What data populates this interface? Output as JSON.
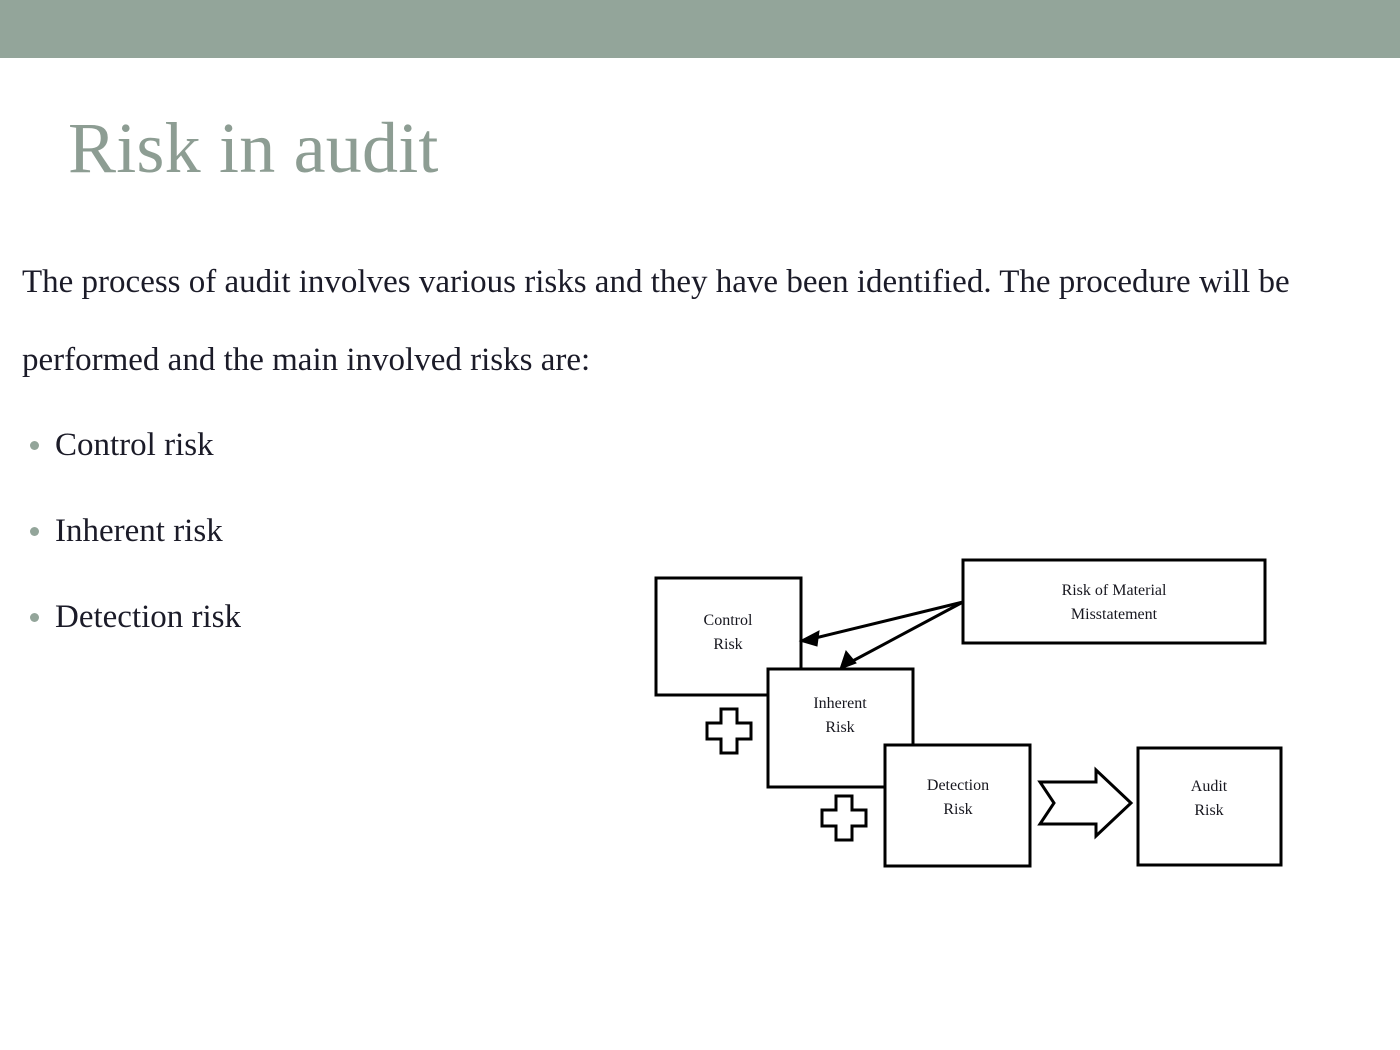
{
  "slide": {
    "title": "Risk in audit",
    "banner_color": "#93a59a",
    "title_color": "#8d9d93",
    "body_text_color": "#1b1b28",
    "background_color": "#ffffff"
  },
  "body": {
    "paragraph": "The process of audit involves various risks and they have been identified. The procedure will be performed and the main involved risks are:"
  },
  "bullets": [
    {
      "label": "Control risk"
    },
    {
      "label": "Inherent risk"
    },
    {
      "label": "Detection risk"
    }
  ],
  "diagram": {
    "boxes": [
      {
        "id": "control-risk",
        "line1": "Control",
        "line2": "Risk"
      },
      {
        "id": "risk-of-material-misstatement",
        "line1": "Risk of Material",
        "line2": "Misstatement"
      },
      {
        "id": "inherent-risk",
        "line1": "Inherent",
        "line2": "Risk"
      },
      {
        "id": "detection-risk",
        "line1": "Detection",
        "line2": "Risk"
      },
      {
        "id": "audit-risk",
        "line1": "Audit",
        "line2": "Risk"
      }
    ],
    "operators": [
      {
        "id": "plus-1",
        "symbol": "+"
      },
      {
        "id": "plus-2",
        "symbol": "+"
      }
    ],
    "connectors": [
      {
        "id": "rmm-to-control-risk",
        "type": "arrow"
      },
      {
        "id": "rmm-to-inherent-risk",
        "type": "arrow"
      },
      {
        "id": "detection-to-audit-risk",
        "type": "block-arrow"
      }
    ],
    "stroke_color": "#000000"
  }
}
